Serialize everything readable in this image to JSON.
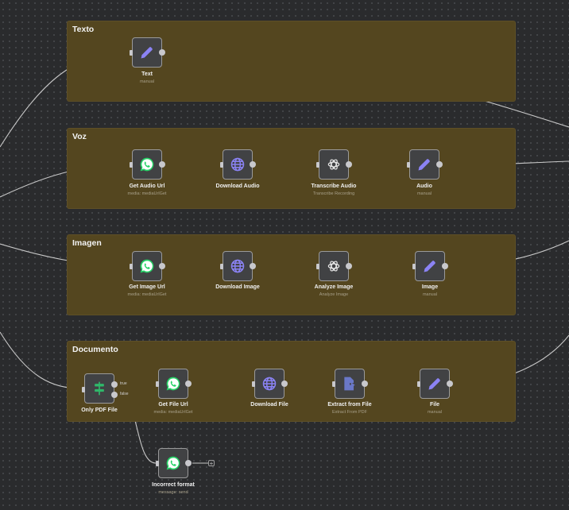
{
  "colors": {
    "canvas": "#2a2b2d",
    "group": "#54461f",
    "node": "#414244",
    "whatsapp": "#25d366",
    "edit": "#8b83f5",
    "http": "#8b83f5",
    "filter": "#2fb86a",
    "extract": "#6a78c8"
  },
  "groups": [
    {
      "id": "texto",
      "title": "Texto"
    },
    {
      "id": "voz",
      "title": "Voz"
    },
    {
      "id": "imagen",
      "title": "Imagen"
    },
    {
      "id": "documento",
      "title": "Documento"
    }
  ],
  "nodes": {
    "text": {
      "label": "Text",
      "sub": "manual",
      "icon": "pencil-icon"
    },
    "get_audio_url": {
      "label": "Get Audio Url",
      "sub": "media: mediaUrlGet",
      "icon": "whatsapp-icon"
    },
    "download_audio": {
      "label": "Download Audio",
      "sub": "",
      "icon": "globe-icon"
    },
    "transcribe_audio": {
      "label": "Transcribe Audio",
      "sub": "Transcribe Recording",
      "icon": "openai-icon"
    },
    "audio": {
      "label": "Audio",
      "sub": "manual",
      "icon": "pencil-icon"
    },
    "get_image_url": {
      "label": "Get Image Url",
      "sub": "media: mediaUrlGet",
      "icon": "whatsapp-icon"
    },
    "download_image": {
      "label": "Download Image",
      "sub": "",
      "icon": "globe-icon"
    },
    "analyze_image": {
      "label": "Analyze Image",
      "sub": "Analyze Image",
      "icon": "openai-icon"
    },
    "image": {
      "label": "Image",
      "sub": "manual",
      "icon": "pencil-icon"
    },
    "only_pdf": {
      "label": "Only PDF File",
      "sub": "",
      "icon": "signpost-icon",
      "branches": [
        "true",
        "false"
      ]
    },
    "get_file_url": {
      "label": "Get File Url",
      "sub": "media: mediaUrlGet",
      "icon": "whatsapp-icon"
    },
    "download_file": {
      "label": "Download File",
      "sub": "",
      "icon": "globe-icon"
    },
    "extract_file": {
      "label": "Extract from File",
      "sub": "Extract From PDF",
      "icon": "extract-file-icon"
    },
    "file": {
      "label": "File",
      "sub": "manual",
      "icon": "pencil-icon"
    },
    "incorrect_format": {
      "label": "Incorrect format",
      "sub": "message: send",
      "icon": "whatsapp-icon"
    }
  },
  "add_button": "+"
}
